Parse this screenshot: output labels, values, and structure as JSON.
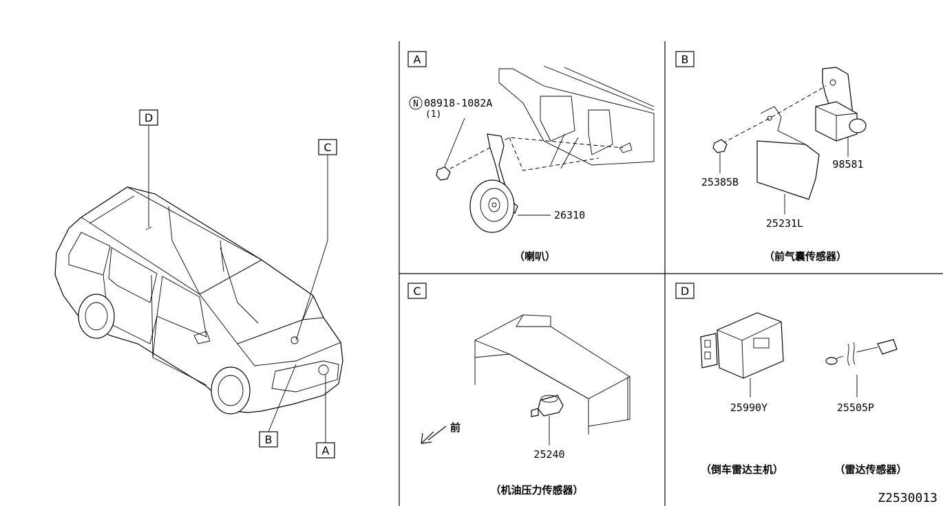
{
  "overview": {
    "callouts": [
      "D",
      "C",
      "B",
      "A"
    ]
  },
  "panels": {
    "A": {
      "letter": "A",
      "nut_symbol": "N",
      "nut_part": "08918-1082A",
      "nut_qty": "(1)",
      "part": "26310",
      "caption": "（喇叭）"
    },
    "B": {
      "letter": "B",
      "part_nut": "25385B",
      "part_bracket": "25231L",
      "part_sensor": "98581",
      "caption": "（前气囊传感器）"
    },
    "C": {
      "letter": "C",
      "front_label": "前",
      "part": "25240",
      "caption": "（机油压力传感器）"
    },
    "D": {
      "letter": "D",
      "part_unit": "25990Y",
      "part_sensor": "25505P",
      "caption_unit": "（倒车雷达主机）",
      "caption_sensor": "（雷达传感器）"
    }
  },
  "diagram_id": "Z2530013"
}
